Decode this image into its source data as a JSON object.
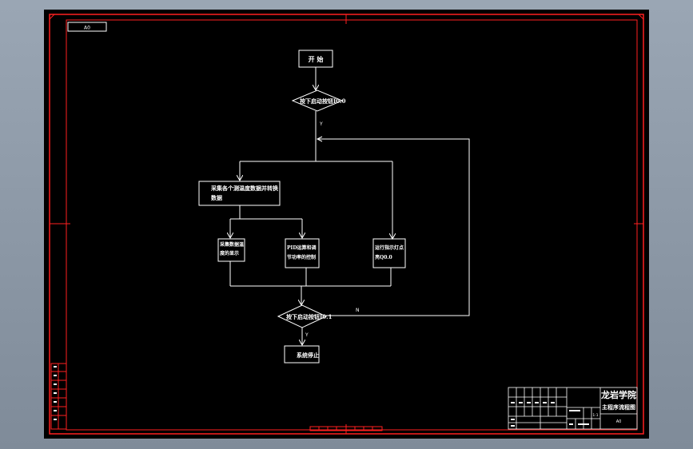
{
  "drawing": {
    "sheet_tag": "A0",
    "colors": {
      "background": "#000000",
      "frame": "#ff2020",
      "lines": "#ffffff",
      "viewport": "#8f9aa8"
    }
  },
  "flowchart": {
    "start": "开 始",
    "decision_start": "按下启动按钮I0.0",
    "yes_label_1": "Y",
    "collect_box": "采集各个测温度数据并转换数据",
    "display_box": "采集数据温度的显示",
    "pid_box": "PID运算和调节功率的控制",
    "run_light_box": "运行指示灯点亮Q0.0",
    "decision_stop": "按下启动按钮I0.1",
    "no_label": "N",
    "yes_label_2": "Y",
    "end_box": "系统停止"
  },
  "title_block": {
    "school": "龙岩学院",
    "drawing_name": "主程序流程图",
    "sheet_tag": "A0",
    "scale": "1:1"
  }
}
